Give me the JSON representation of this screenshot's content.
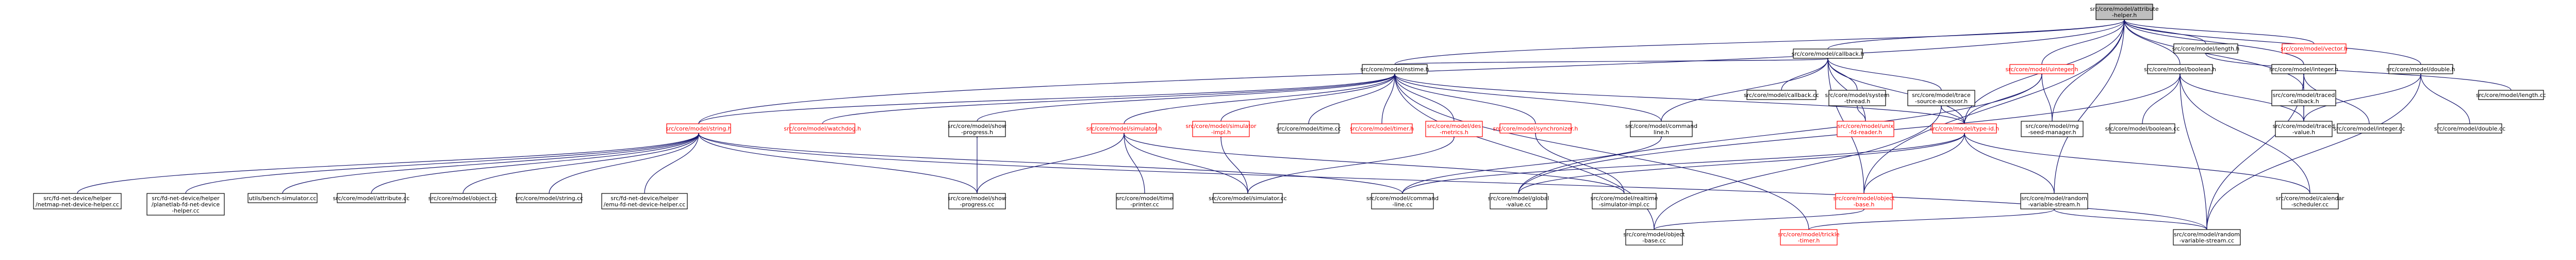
{
  "diagram": {
    "type": "include-dependency-graph",
    "nodes": [
      {
        "id": "root",
        "lines": [
          "src/core/model/attribute",
          "-helper.h"
        ],
        "style": "root"
      },
      {
        "id": "callback_h",
        "lines": [
          "src/core/model/callback.h"
        ],
        "style": "normal"
      },
      {
        "id": "uinteger_h",
        "lines": [
          "src/core/model/uinteger.h"
        ],
        "style": "red"
      },
      {
        "id": "boolean_h",
        "lines": [
          "src/core/model/boolean.h"
        ],
        "style": "normal"
      },
      {
        "id": "integer_h",
        "lines": [
          "src/core/model/integer.h"
        ],
        "style": "normal"
      },
      {
        "id": "double_h",
        "lines": [
          "src/core/model/double.h"
        ],
        "style": "normal"
      },
      {
        "id": "length_h",
        "lines": [
          "src/core/model/length.h"
        ],
        "style": "normal"
      },
      {
        "id": "vector_h",
        "lines": [
          "src/core/model/vector.h"
        ],
        "style": "red"
      },
      {
        "id": "nstime_h",
        "lines": [
          "src/core/model/nstime.h"
        ],
        "style": "normal"
      },
      {
        "id": "callback_cc",
        "lines": [
          "src/core/model/callback.cc"
        ],
        "style": "normal"
      },
      {
        "id": "system_thread_h",
        "lines": [
          "src/core/model/system",
          "-thread.h"
        ],
        "style": "normal"
      },
      {
        "id": "trace_source_accessor_h",
        "lines": [
          "src/core/model/trace",
          "-source-accessor.h"
        ],
        "style": "normal"
      },
      {
        "id": "traced_callback_h",
        "lines": [
          "src/core/model/traced",
          "-callback.h"
        ],
        "style": "normal"
      },
      {
        "id": "length_cc",
        "lines": [
          "src/core/model/length.cc"
        ],
        "style": "normal"
      },
      {
        "id": "string_h",
        "lines": [
          "src/core/model/string.h"
        ],
        "style": "red"
      },
      {
        "id": "watchdog_h",
        "lines": [
          "src/core/model/watchdog.h"
        ],
        "style": "red"
      },
      {
        "id": "show_progress_h",
        "lines": [
          "src/core/model/show",
          "-progress.h"
        ],
        "style": "normal"
      },
      {
        "id": "simulator_h",
        "lines": [
          "src/core/model/simulator.h"
        ],
        "style": "red"
      },
      {
        "id": "simulator_impl_h",
        "lines": [
          "src/core/model/simulator",
          "-impl.h"
        ],
        "style": "red"
      },
      {
        "id": "time_cc",
        "lines": [
          "src/core/model/time.cc"
        ],
        "style": "normal"
      },
      {
        "id": "timer_h",
        "lines": [
          "src/core/model/timer.h"
        ],
        "style": "red"
      },
      {
        "id": "des_metrics_h",
        "lines": [
          "src/core/model/des",
          "-metrics.h"
        ],
        "style": "red"
      },
      {
        "id": "synchronizer_h",
        "lines": [
          "src/core/model/synchronizer.h"
        ],
        "style": "red"
      },
      {
        "id": "command_line_h",
        "lines": [
          "src/core/model/command",
          "line.h"
        ],
        "style": "normal"
      },
      {
        "id": "unix_fd_reader_h",
        "lines": [
          "src/core/model/unix",
          "-fd-reader.h"
        ],
        "style": "red"
      },
      {
        "id": "type_id_h",
        "lines": [
          "src/core/model/type-id.h"
        ],
        "style": "red"
      },
      {
        "id": "rng_seed_manager_h",
        "lines": [
          "src/core/model/rng",
          "-seed-manager.h"
        ],
        "style": "normal"
      },
      {
        "id": "boolean_cc",
        "lines": [
          "src/core/model/boolean.cc"
        ],
        "style": "normal"
      },
      {
        "id": "traced_value_h",
        "lines": [
          "src/core/model/traced",
          "-value.h"
        ],
        "style": "normal"
      },
      {
        "id": "integer_cc",
        "lines": [
          "src/core/model/integer.cc"
        ],
        "style": "normal"
      },
      {
        "id": "double_cc",
        "lines": [
          "src/core/model/double.cc"
        ],
        "style": "normal"
      },
      {
        "id": "fd_net_netmap_helper",
        "lines": [
          "src/fd-net-device/helper",
          "/netmap-net-device-helper.cc"
        ],
        "style": "normal"
      },
      {
        "id": "fd_net_planetlab_helper",
        "lines": [
          "src/fd-net-device/helper",
          "/planetlab-fd-net-device",
          "-helper.cc"
        ],
        "style": "normal"
      },
      {
        "id": "bench_simulator",
        "lines": [
          "utils/bench-simulator.cc"
        ],
        "style": "normal"
      },
      {
        "id": "attribute_cc",
        "lines": [
          "src/core/model/attribute.cc"
        ],
        "style": "normal"
      },
      {
        "id": "object_cc",
        "lines": [
          "src/core/model/object.cc"
        ],
        "style": "normal"
      },
      {
        "id": "string_cc",
        "lines": [
          "src/core/model/string.cc"
        ],
        "style": "normal"
      },
      {
        "id": "fd_net_emu_helper",
        "lines": [
          "src/fd-net-device/helper",
          "/emu-fd-net-device-helper.cc"
        ],
        "style": "normal"
      },
      {
        "id": "show_progress_cc",
        "lines": [
          "src/core/model/show",
          "-progress.cc"
        ],
        "style": "normal"
      },
      {
        "id": "time_printer_cc",
        "lines": [
          "src/core/model/time",
          "-printer.cc"
        ],
        "style": "normal"
      },
      {
        "id": "simulator_cc",
        "lines": [
          "src/core/model/simulator.cc"
        ],
        "style": "normal"
      },
      {
        "id": "command_line_cc",
        "lines": [
          "src/core/model/command",
          "-line.cc"
        ],
        "style": "normal"
      },
      {
        "id": "global_value_cc",
        "lines": [
          "src/core/model/global",
          "-value.cc"
        ],
        "style": "normal"
      },
      {
        "id": "realtime_simulator_impl_cc",
        "lines": [
          "src/core/model/realtime",
          "-simulator-impl.cc"
        ],
        "style": "normal"
      },
      {
        "id": "object_base_h",
        "lines": [
          "src/core/model/object",
          "-base.h"
        ],
        "style": "red"
      },
      {
        "id": "random_variable_stream_h",
        "lines": [
          "src/core/model/random",
          "-variable-stream.h"
        ],
        "style": "normal"
      },
      {
        "id": "calendar_scheduler_cc",
        "lines": [
          "src/core/model/calendar",
          "-scheduler.cc"
        ],
        "style": "normal"
      },
      {
        "id": "object_base_cc",
        "lines": [
          "src/core/model/object",
          "-base.cc"
        ],
        "style": "normal"
      },
      {
        "id": "trickle_timer_h",
        "lines": [
          "src/core/model/trickle",
          "-timer.h"
        ],
        "style": "red"
      },
      {
        "id": "random_variable_stream_cc",
        "lines": [
          "src/core/model/random",
          "-variable-stream.cc"
        ],
        "style": "normal"
      }
    ],
    "edges": [
      [
        "root",
        "callback_h"
      ],
      [
        "root",
        "uinteger_h"
      ],
      [
        "root",
        "boolean_h"
      ],
      [
        "root",
        "integer_h"
      ],
      [
        "root",
        "double_h"
      ],
      [
        "root",
        "length_h"
      ],
      [
        "root",
        "vector_h"
      ],
      [
        "root",
        "nstime_h"
      ],
      [
        "root",
        "string_h"
      ],
      [
        "root",
        "traced_callback_h"
      ],
      [
        "root",
        "type_id_h"
      ],
      [
        "root",
        "object_base_h"
      ],
      [
        "root",
        "random_variable_stream_h"
      ],
      [
        "root",
        "rng_seed_manager_h"
      ],
      [
        "callback_h",
        "nstime_h"
      ],
      [
        "callback_h",
        "callback_cc"
      ],
      [
        "callback_h",
        "system_thread_h"
      ],
      [
        "callback_h",
        "trace_source_accessor_h"
      ],
      [
        "callback_h",
        "type_id_h"
      ],
      [
        "callback_h",
        "unix_fd_reader_h"
      ],
      [
        "callback_h",
        "object_base_h"
      ],
      [
        "callback_h",
        "command_line_h"
      ],
      [
        "system_thread_h",
        "unix_fd_reader_h"
      ],
      [
        "trace_source_accessor_h",
        "type_id_h"
      ],
      [
        "trace_source_accessor_h",
        "object_base_cc"
      ],
      [
        "uinteger_h",
        "rng_seed_manager_h"
      ],
      [
        "uinteger_h",
        "type_id_h"
      ],
      [
        "uinteger_h",
        "global_value_cc"
      ],
      [
        "boolean_h",
        "boolean_cc"
      ],
      [
        "boolean_h",
        "traced_value_h"
      ],
      [
        "boolean_h",
        "calendar_scheduler_cc"
      ],
      [
        "boolean_h",
        "random_variable_stream_cc"
      ],
      [
        "boolean_h",
        "global_value_cc"
      ],
      [
        "integer_h",
        "integer_cc"
      ],
      [
        "integer_h",
        "traced_value_h"
      ],
      [
        "integer_h",
        "random_variable_stream_cc"
      ],
      [
        "double_h",
        "double_cc"
      ],
      [
        "double_h",
        "traced_value_h"
      ],
      [
        "double_h",
        "random_variable_stream_cc"
      ],
      [
        "traced_callback_h",
        "traced_value_h"
      ],
      [
        "length_h",
        "length_cc"
      ],
      [
        "nstime_h",
        "string_h"
      ],
      [
        "nstime_h",
        "watchdog_h"
      ],
      [
        "nstime_h",
        "show_progress_h"
      ],
      [
        "nstime_h",
        "simulator_h"
      ],
      [
        "nstime_h",
        "simulator_impl_h"
      ],
      [
        "nstime_h",
        "time_cc"
      ],
      [
        "nstime_h",
        "timer_h"
      ],
      [
        "nstime_h",
        "des_metrics_h"
      ],
      [
        "nstime_h",
        "synchronizer_h"
      ],
      [
        "nstime_h",
        "command_line_h"
      ],
      [
        "nstime_h",
        "type_id_h"
      ],
      [
        "nstime_h",
        "trickle_timer_h"
      ],
      [
        "nstime_h",
        "object_base_cc"
      ],
      [
        "string_h",
        "fd_net_netmap_helper"
      ],
      [
        "string_h",
        "fd_net_planetlab_helper"
      ],
      [
        "string_h",
        "bench_simulator"
      ],
      [
        "string_h",
        "attribute_cc"
      ],
      [
        "string_h",
        "object_cc"
      ],
      [
        "string_h",
        "string_cc"
      ],
      [
        "string_h",
        "fd_net_emu_helper"
      ],
      [
        "string_h",
        "show_progress_cc"
      ],
      [
        "string_h",
        "command_line_cc"
      ],
      [
        "string_h",
        "random_variable_stream_cc"
      ],
      [
        "show_progress_h",
        "show_progress_cc"
      ],
      [
        "simulator_h",
        "show_progress_cc"
      ],
      [
        "simulator_h",
        "time_printer_cc"
      ],
      [
        "simulator_h",
        "simulator_cc"
      ],
      [
        "simulator_h",
        "realtime_simulator_impl_cc"
      ],
      [
        "simulator_impl_h",
        "simulator_cc"
      ],
      [
        "des_metrics_h",
        "simulator_cc"
      ],
      [
        "synchronizer_h",
        "realtime_simulator_impl_cc"
      ],
      [
        "command_line_h",
        "command_line_cc"
      ],
      [
        "type_id_h",
        "global_value_cc"
      ],
      [
        "type_id_h",
        "object_base_h"
      ],
      [
        "type_id_h",
        "random_variable_stream_h"
      ],
      [
        "type_id_h",
        "calendar_scheduler_cc"
      ],
      [
        "type_id_h",
        "command_line_cc"
      ],
      [
        "object_base_h",
        "object_base_cc"
      ],
      [
        "random_variable_stream_h",
        "trickle_timer_h"
      ],
      [
        "random_variable_stream_h",
        "random_variable_stream_cc"
      ]
    ]
  }
}
